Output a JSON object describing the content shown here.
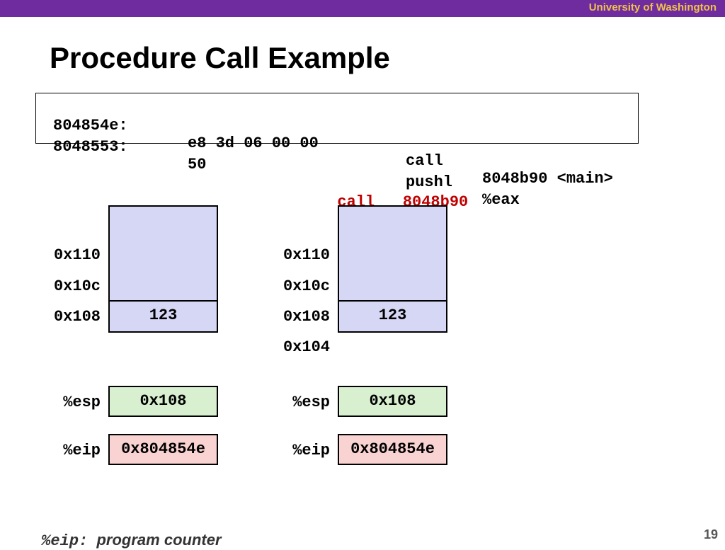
{
  "header": {
    "institution": "University of Washington"
  },
  "slide": {
    "title": "Procedure Call Example",
    "page_number": "19"
  },
  "code": {
    "lines": [
      {
        "address": "804854e:",
        "bytes": "e8 3d 06 00 00",
        "instr": "call",
        "operands": "8048b90 <main>"
      },
      {
        "address": "8048553:",
        "bytes": "50",
        "instr": "pushl",
        "operands": "%eax"
      }
    ]
  },
  "call_label": {
    "instr": "call",
    "target": "8048b90"
  },
  "left": {
    "addresses": [
      "0x110",
      "0x10c",
      "0x108"
    ],
    "stack_value": "123",
    "esp_label": "%esp",
    "esp_value": "0x108",
    "eip_label": "%eip",
    "eip_value": "0x804854e"
  },
  "right": {
    "addresses": [
      "0x110",
      "0x10c",
      "0x108",
      "0x104"
    ],
    "stack_value": "123",
    "esp_label": "%esp",
    "esp_value": "0x108",
    "eip_label": "%eip",
    "eip_value": "0x804854e"
  },
  "footnote": {
    "code": "%eip:",
    "text": "program counter"
  },
  "colors": {
    "topbar": "#6f2c9f",
    "institution": "#f0c24a",
    "call_label": "#c00000",
    "stack_fill": "#d6d6f5",
    "esp_fill": "#d8f0d0",
    "eip_fill": "#f9d2d2"
  }
}
